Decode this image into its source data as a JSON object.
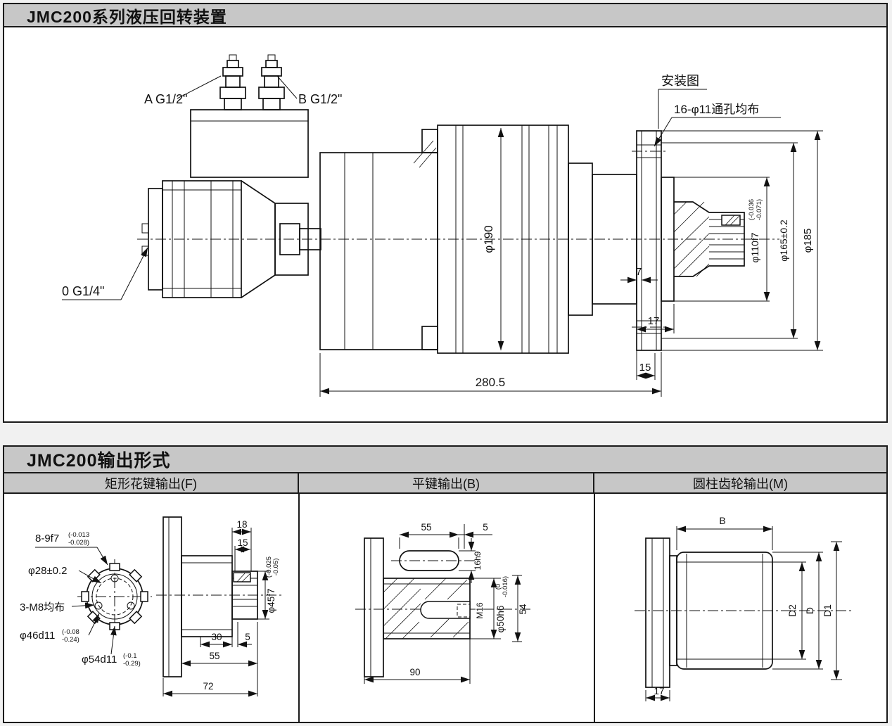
{
  "panel1": {
    "title": "JMC200系列液压回转装置",
    "port_a": "A  G1/2\"",
    "port_b": "B  G1/2\"",
    "port_0": "0  G1/4\"",
    "install_label": "安装图",
    "holes_label": "16-φ11通孔均布",
    "dims": {
      "d190": "φ190",
      "d110": "φ110f7",
      "d110u": "(-0.036",
      "d110l": "-0.071)",
      "d165": "φ165±0.2",
      "d185": "φ185",
      "t7": "7",
      "t17": "17",
      "t15": "15",
      "len": "280.5"
    }
  },
  "panel2": {
    "title": "JMC200输出形式",
    "col_f": {
      "header": "矩形花键输出(F)",
      "spline": "8-9f7",
      "spline_u": "(-0.013",
      "spline_l": "-0.028)",
      "d28": "φ28±0.2",
      "m8": "3-M8均布",
      "d46": "φ46d11",
      "d46u": "(-0.08",
      "d46l": "-0.24)",
      "d54": "φ54d11",
      "d54u": "(-0.1",
      "d54l": "-0.29)",
      "t18": "18",
      "t15": "15",
      "d45": "φ45f7",
      "d45u": "(-0.025",
      "d45l": "-0.05)",
      "t30": "30",
      "t5": "5",
      "t55": "55",
      "t72": "72"
    },
    "col_b": {
      "header": "平键输出(B)",
      "t55": "55",
      "t5": "5",
      "t16": "16h9",
      "m16": "M16",
      "d50": "φ50h6",
      "d50u": "(0",
      "d50l": "-0.016)",
      "t54": "54",
      "t90": "90"
    },
    "col_m": {
      "header": "圆柱齿轮输出(M)",
      "b": "B",
      "d2": "D2",
      "d": "D",
      "d1": "D1",
      "t17": "17"
    }
  }
}
